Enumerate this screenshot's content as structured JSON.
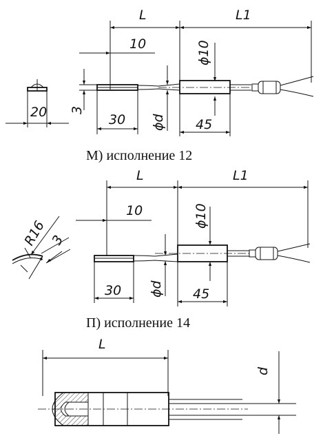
{
  "caption_m": "М) исполнение 12",
  "caption_p": "П) исполнение 14",
  "m": {
    "L": "L",
    "L1": "L1",
    "d10": "ϕ10",
    "ten": "10",
    "three": "3",
    "twenty": "20",
    "thirty": "30",
    "phid": "ϕd",
    "fortyfive": "45"
  },
  "p": {
    "L": "L",
    "L1": "L1",
    "d10": "ϕ10",
    "ten": "10",
    "r16": "R16",
    "three": "3",
    "thirty": "30",
    "phid": "ϕd",
    "fortyfive": "45"
  },
  "s": {
    "L": "L",
    "d": "d"
  }
}
